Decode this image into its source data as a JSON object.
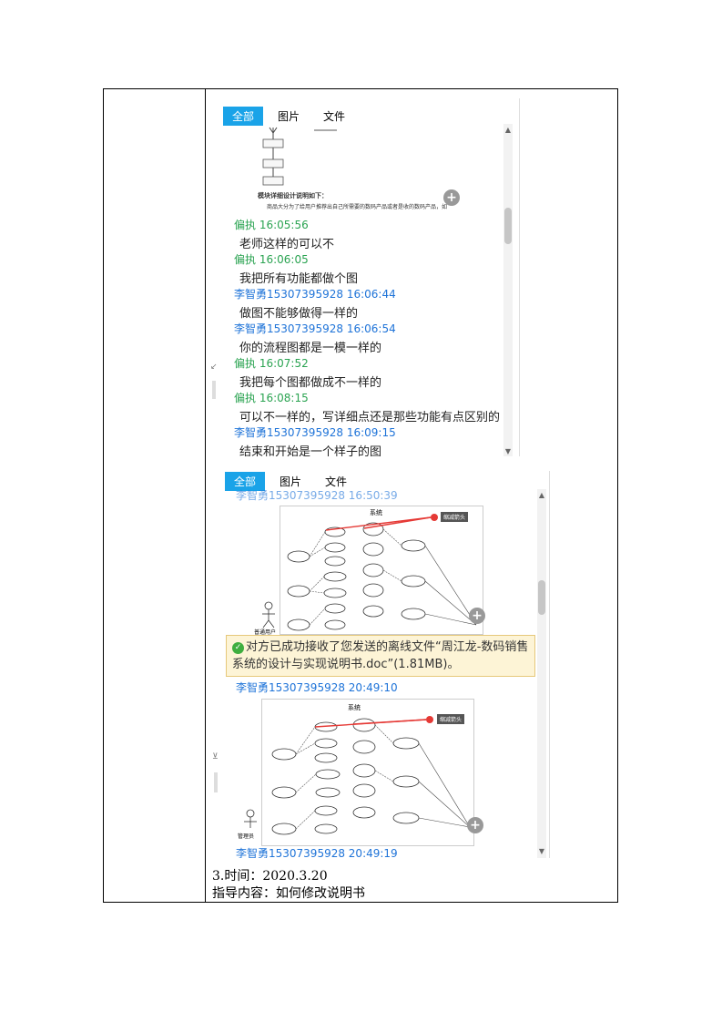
{
  "tabs": {
    "all": "全部",
    "images": "图片",
    "files": "文件"
  },
  "snippet": {
    "heading": "模块详细设计说明如下：",
    "body_line": "商品大分为了给用户推荐出自己所需要的数码产品或者是收的数码产品，如"
  },
  "chat1": [
    {
      "sender": "偏执",
      "time": "16:05:56",
      "text": "老师这样的可以不",
      "color": "green"
    },
    {
      "sender": "偏执",
      "time": "16:06:05",
      "text": "我把所有功能都做个图",
      "color": "green"
    },
    {
      "sender": "李智勇15307395928",
      "time": "16:06:44",
      "text": "做图不能够做得一样的",
      "color": "blue"
    },
    {
      "sender": "李智勇15307395928",
      "time": "16:06:54",
      "text": "你的流程图都是一模一样的",
      "color": "blue"
    },
    {
      "sender": "偏执",
      "time": "16:07:52",
      "text": "我把每个图都做成不一样的",
      "color": "green"
    },
    {
      "sender": "偏执",
      "time": "16:08:15",
      "text": "可以不一样的，写详细点还是那些功能有点区别的",
      "color": "green"
    },
    {
      "sender": "李智勇15307395928",
      "time": "16:09:15",
      "text": "结束和开始是一个样子的图",
      "color": "blue"
    }
  ],
  "chat2": {
    "top_header": "李智勇15307395928 16:50:39",
    "diagram_title": "系统",
    "diagram_annotation": "缩减箭头",
    "actor_label": "普通用户",
    "notice": "对方已成功接收了您发送的离线文件“周江龙-数码销售系统的设计与实现说明书.doc”(1.81MB)。",
    "header2": "李智勇15307395928 20:49:10",
    "header3": "李智勇15307395928 20:49:19",
    "actor_label2": "管理员"
  },
  "footer": {
    "line1": "3.时间：2020.3.20",
    "line2": "指导内容：如何修改说明书"
  }
}
